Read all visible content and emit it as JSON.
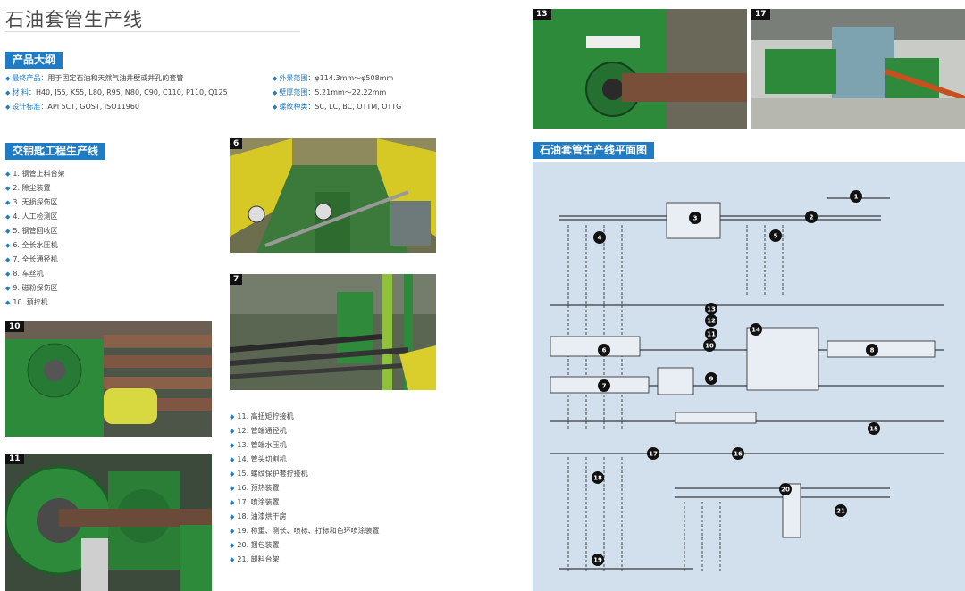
{
  "page_title": "石油套管生产线",
  "product": {
    "heading": "产品大纲",
    "left": [
      {
        "label": "最终产品：",
        "value": "用于固定石油和天然气油井壁或井孔的套管"
      },
      {
        "label": "材    料：",
        "value": "H40, J55, K55, L80, R95, N80, C90, C110, P110, Q125"
      },
      {
        "label": "设计标准：",
        "value": "API 5CT, GOST, ISO11960"
      }
    ],
    "right": [
      {
        "label": "外景范围：",
        "value": "φ114.3mm～φ508mm"
      },
      {
        "label": "壁厚范围：",
        "value": "5.21mm～22.22mm"
      },
      {
        "label": "螺纹种类：",
        "value": "SC, LC, BC, OTTM, OTTG"
      }
    ]
  },
  "turnkey": {
    "heading": "交钥匙工程生产线",
    "items_a": [
      "1. 钢管上料台架",
      "2. 除尘装置",
      "3. 无损探伤区",
      "4. 人工检测区",
      "5. 钢管回收区",
      "6. 全长水压机",
      "7. 全长通径机",
      "8. 车丝机",
      "9. 磁粉探伤区",
      "10. 预拧机"
    ],
    "items_b": [
      "11. 高扭矩拧接机",
      "12. 管端通径机",
      "13. 管端水压机",
      "14. 管头切割机",
      "15. 螺纹保护套拧接机",
      "16. 预热装置",
      "17. 喷涂装置",
      "18. 油漆烘干房",
      "19. 称重、测长、喷标、打标和色环喷涂装置",
      "20. 捆包装置",
      "21. 卸料台架"
    ]
  },
  "photos": {
    "p6": "6",
    "p7": "7",
    "p10": "10",
    "p11": "11",
    "p13": "13",
    "p17": "17"
  },
  "plan": {
    "heading": "石油套管生产线平面图",
    "markers": [
      "1",
      "2",
      "3",
      "4",
      "5",
      "6",
      "7",
      "8",
      "9",
      "10",
      "11",
      "12",
      "13",
      "14",
      "15",
      "16",
      "17",
      "18",
      "19",
      "20",
      "21"
    ]
  },
  "colors": {
    "accent": "#1f7cc4",
    "plan_bg": "#d2e0ee",
    "machine_green": "#2e8b3a"
  }
}
